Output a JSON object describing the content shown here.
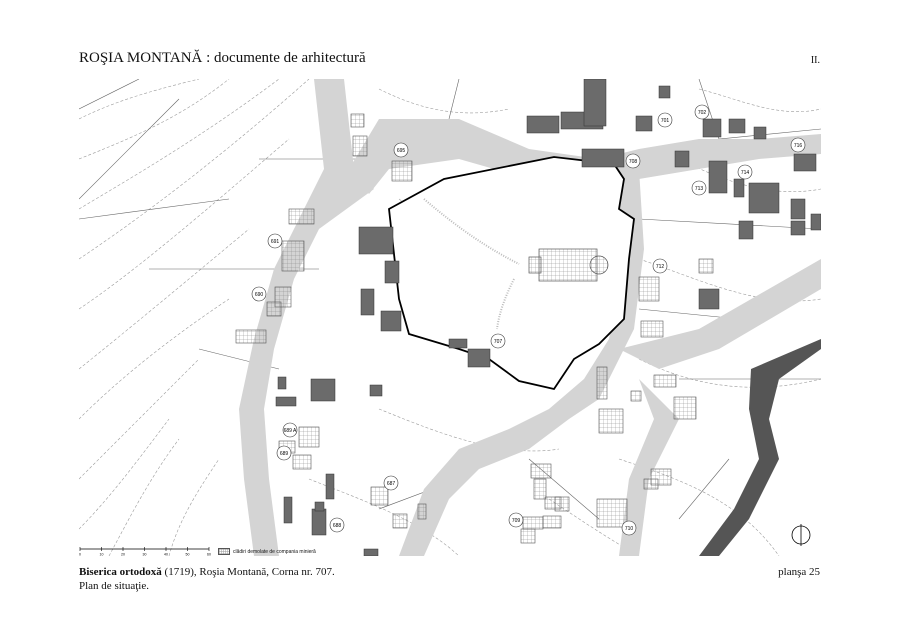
{
  "header": {
    "title": "ROŞIA MONTANĂ : documente de arhitectură",
    "plate_roman": "II."
  },
  "caption": {
    "subject": "Biserica ortodoxă",
    "year": "(1719),",
    "location": "Roşia Montană, Corna nr. 707.",
    "subtitle": "Plan de situaţie.",
    "plate": "planşa 25"
  },
  "legend": {
    "hatched_label": "clădiri demolate de compania minieră",
    "scale_ticks": [
      "0",
      "10",
      "20",
      "30",
      "40",
      "50",
      "60"
    ]
  },
  "house_numbers": [
    {
      "id": "695",
      "label": "695"
    },
    {
      "id": "691",
      "label": "691"
    },
    {
      "id": "690",
      "label": "690"
    },
    {
      "id": "689A",
      "label": "689 A"
    },
    {
      "id": "689",
      "label": "689"
    },
    {
      "id": "688",
      "label": "688"
    },
    {
      "id": "687",
      "label": "687"
    },
    {
      "id": "707",
      "label": "707"
    },
    {
      "id": "708",
      "label": "708"
    },
    {
      "id": "709",
      "label": "709"
    },
    {
      "id": "710",
      "label": "710"
    },
    {
      "id": "701",
      "label": "701"
    },
    {
      "id": "702",
      "label": "702"
    },
    {
      "id": "712",
      "label": "712"
    },
    {
      "id": "713",
      "label": "713"
    },
    {
      "id": "714",
      "label": "714"
    },
    {
      "id": "716",
      "label": "716"
    }
  ],
  "colors": {
    "road": "#d4d4d4",
    "building": "#6b6b6b",
    "boundary": "#000000",
    "contour": "#9a9a9a",
    "hatch": "#888888"
  }
}
